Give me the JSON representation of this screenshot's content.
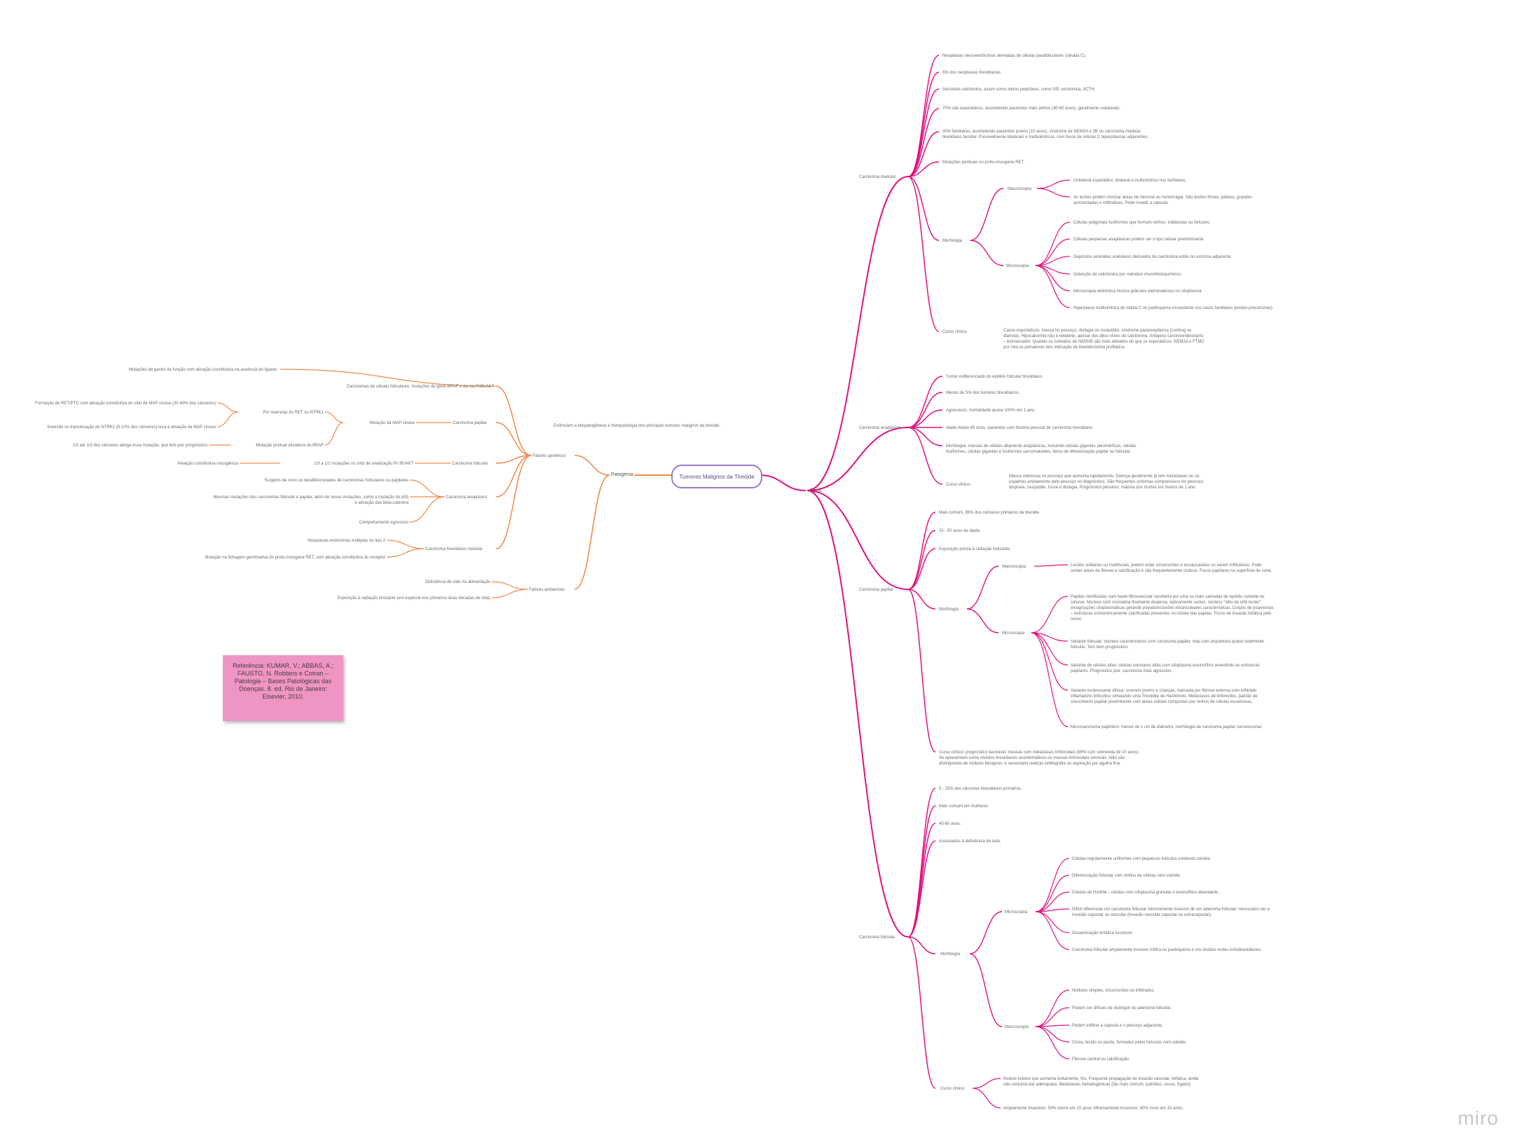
{
  "root": "Tumores Malignos da Tireoide",
  "intro": "Estimulam a etiopatogênese e histopatologia dos principais tumores malignos da tireoide.",
  "reference": "Referência: KUMAR, V.; ABBAS, A.; FAUSTO, N. Robbins e Cotran – Patologia – Bases Patológicas das Doenças. 8. ed. Rio de Janeiro: Elsevier, 2010.",
  "brand": "miro",
  "colors": {
    "tipos": "#e1127f",
    "patogenia": "#f08a4b",
    "root_border": "#9a7ad0",
    "sticky": "#ef95c3"
  },
  "patogenia": {
    "label": "Patogenia",
    "geneticos": {
      "label": "Fatores genéticos",
      "folicular_origem": "Carcinomas de células foliculares: mutações do gene BRAF e da via PI3K/AKT",
      "mutacao_ganho": "Mutações de ganho de função com ativação constitutiva na ausência do ligante",
      "papilar": {
        "label": "Carcinoma papilar",
        "ativacao": "Ativação da MAP cinase",
        "rearranjo": "Por rearranjo do RET ou NTRK1",
        "fusao": "Formação de RET/PTC com ativação constitutiva do sítio de MAP cinase (20-40% dos cânceres)",
        "inversao": "Inversão ou translocação do NTRK1 (5-10% dos cânceres) leva à ativação da MAP cinase",
        "braf": "Mutação pontual ativadora do BRAF",
        "tercos": "1/3 até 1/2 dos cânceres abriga essa mutação, que tem pior prognóstico"
      },
      "folicular": {
        "label": "Carcinoma folicular",
        "ras": "1/3 a 1/2 mutações no sítio de sinalização PI-3K/AKT",
        "ativacao": "Ativação constitutiva oncogênica"
      },
      "anaplasico": {
        "label": "Carcinoma anaplásico",
        "surgem": "Surgidos de novo ou desdiferenciados de carcinomas foliculares ou papilares",
        "mutacoes": "Mesmas mutações dos carcinomas folicular e papilar, além de novas mutações, como a mutação do p53 e ativação das beta-catenina",
        "agressivo": "Comportamento agressivo"
      },
      "medular": {
        "label": "Carcinoma tireoidiano medular",
        "nem": "Neoplasias endócrinas múltiplas do tipo 2",
        "ret": "Mutação na linhagem germinativa do proto-oncogene RET, com ativação constitutiva do receptor"
      }
    },
    "ambientais": {
      "label": "Fatores ambientais",
      "iodo": "Deficiência de iodo na alimentação",
      "radiacao": "Exposição à radiação ionizante (em especial nos primeiros duas décadas de vida)"
    }
  },
  "tipos": {
    "label": "Tipos",
    "medular": {
      "label": "Carcinoma medular",
      "items": [
        "Neoplasias neuroendócrinas derivadas de células parafoliculares (células C).",
        "5% dos neoplasias tireoidianas.",
        "Secretam calcitonina, assim como outros peptídeos, como VIP, serotonina, ACTH.",
        "70% são esporádicos, acometendo pacientes mais velhos (40-60 anos), geralmente unilaterais.",
        "30% familiares, acometendo pacientes jovens (10 anos), síndrome de NEM2A e 2B ou carcinoma medular tireoidiano familiar. Possivelmente bilaterais e multicêntricos, com focos de células C hiperplásicas adjacentes.",
        "Mutações pontuais no proto-oncogene RET."
      ],
      "morfologia": "Morfologia",
      "macro": "Macroscopia",
      "macro_items": [
        "Unilateral esporádico, bilateral e multicêntrico nos familiares.",
        "As lesões podem mostrar áreas de necrose ou hemorragia. São lesões firmes, pálidas, grandes acinzentadas e infiltrativas. Pode invadir a cápsula."
      ],
      "micro": "Microscopia",
      "micro_items": [
        "Células poligonais fusiformes que formam ninhos, trabéculas ou folículos.",
        "Células pequenas anaplásicas podem ser o tipo celular predominante.",
        "Depósitos amiloides acelulares derivados da calcitonina estão no estroma adjacente.",
        "Detecção de calcitonina por métodos imunohistoquímicos.",
        "Microscopia eletrônica mostra grânulos eletrondensos no citoplasma.",
        "Hiperplasia multicêntrica de célula C no parênquima circundante nos casos familiares (lesões precursoras)."
      ],
      "clinico": "Curso clínico",
      "clinico_text": "Casos esporádicos: massa no pescoço, disfagia ou rouquidão, síndrome paraneoplásica (cushing ou diarreia). Hipocalcemia não é evidente, apesar dos altos níveis de calcitonina. Antígeno carcinoembrionário – biomarcador. Quando os contados de NEM2B são mais afetados do que os esporádicos. NEM2A e FTMC por rota os portadores tem indicação de tireoidectomia profilática."
    },
    "anaplasico": {
      "label": "Carcinoma anaplásico",
      "items": [
        "Tumor indiferenciado do epitélio folicular tireoidiano.",
        "Menos de 5% dos tumores tireoidianos.",
        "Agressivos, mortalidade quase 100% em 1 ano.",
        "Idade média 65 anos, pacientes com história pessoal de carcinoma tireoidiano.",
        "Morfologia: massas de células altamente anaplásicas, incluindo células gigantes pleomórficas, células fusiformes, células gigantes e fusiformes sarcomatoides, focos de diferenciação papilar ou folicular."
      ],
      "clinico": "Curso clínico",
      "clinico_text": "Massa volumosa no pescoço que aumenta rapidamente. Doença geralmente já tem metástases ou se espalhou amplamente pelo pescoço no diagnóstico. São frequentes sintomas compressivos do pescoço: dispneia, rouquidão, tosse e disfagia. Prognóstico péssimo, maioria dos mortes em menos de 1 ano."
    },
    "papilar": {
      "label": "Carcinoma papilar",
      "items": [
        "Mais comum, 85% dos cânceres primários da tireoide.",
        "25 - 50 anos de idade.",
        "Exposição prévia à radiação ionizante."
      ],
      "morfologia": "Morfologia",
      "macro": "Macroscopia",
      "macro_text": "Lesões solitárias ou multifocais, podem estar circunscritas e encapsuladas ou serem infiltrativas. Pode conter áreas de fibrose e calcificação e são frequentemente císticos. Focos papilares na superfície de corte.",
      "micro": "Microscopia",
      "micro_items": [
        "Papilas ramificadas com haste fibrovascular recoberta por uma ou mais camadas de epitélio cuboide ou colunar. Núcleos com cromatina finamente dispersa, opticamente vazios, núcleos \"olho de orfã Annie\"; invaginações citoplasmáticas gerando pseudoinclusões intranucleares características. Corpos de psamomas – estruturas concentricamente calcificadas presentes no núcleo das papilas. Focos de invasão linfática pelo tumor.",
        "Variante folicular: núcleos característicos com carcinoma papilar, mas com arquitetura quase totalmente folicular. Tem bom prognóstico.",
        "Variante de células altas: células colunares altas com citoplasma eosinofílico revestindo as estruturas papilares. Prognóstico pior, carcinoma mais agressivo.",
        "Variante esclerosante difusa: ocorrem jovens e crianças, marcada por fibrose extensa com infiltrado inflamatório linfocítico simulando uma Tireoidite de Hashimoto. Metástases de linfonodos, padrão de crescimento papilar proeminente com áreas sólidas compostas por ninhos de células escamosas.",
        "Microcarcinoma papilífero: menos de 1 cm de diâmetro, morfologia de carcinoma papilar convencional."
      ],
      "clinico_text": "Curso clínico: prognóstico favorável; massas com metástases linfonodais (99% com sobrevida de 10 anos). Se apresentam como nódulos tireoidianos assintomáticos ou massas linfonodais cervicais. Não são distinguíveis de nódulos benignos; é necessário realizar cintilografia ou aspiração por agulha fina."
    },
    "folicular": {
      "label": "Carcinoma folicular",
      "items": [
        "5 - 15% dos cânceres tireoidianos primários.",
        "Mais comum em mulheres.",
        "40-60 anos.",
        "Associados à deficiência de iodo."
      ],
      "morfologia": "Morfologia",
      "micro": "Microscopia",
      "micro_items": [
        "Células regularmente uniformes com pequenos folículos contendo coloide.",
        "Diferenciação folicular com ninhos de células sem coloide.",
        "Células de Hürthle – células com citoplasma granular e eosinofílico abundante.",
        "Difícil diferenciar um carcinoma folicular minimamente invasivo de um adenoma folicular: necessário ver a invasão capsular ou vascular (invasão vascular capsular ou extracapsular).",
        "Disseminação linfática incomum.",
        "Carcinoma folicular amplamente invasivo infiltra no parênquima e nos tecidos moles extratireoidianos."
      ],
      "macro": "Macroscopia",
      "macro_items": [
        "Nódulos simples, circunscritos ou infiltrados.",
        "Podem ser difíceis de distinguir do adenoma folicular.",
        "Podem infiltrar a cápsula e o pescoço adjacente.",
        "Cinza, tecido ou pardo, formados pelos folículos com coloide.",
        "Fibrose central ou calcificação."
      ],
      "clinico": "Curso clínico",
      "clinico_text": "Nódulo indolor que aumenta lentamente, frio. Frequente propagação de invasão vascular, linfática, ainda não costuma dar adenopatia. Metástases hematogênicas (fás mais comum: pulmões, ossos, fígado).",
      "clinico_prog": "Amplamente invasivos: 50% morre em 10 anos. Minimamente invasivos: 90% vivos em 10 anos."
    }
  }
}
